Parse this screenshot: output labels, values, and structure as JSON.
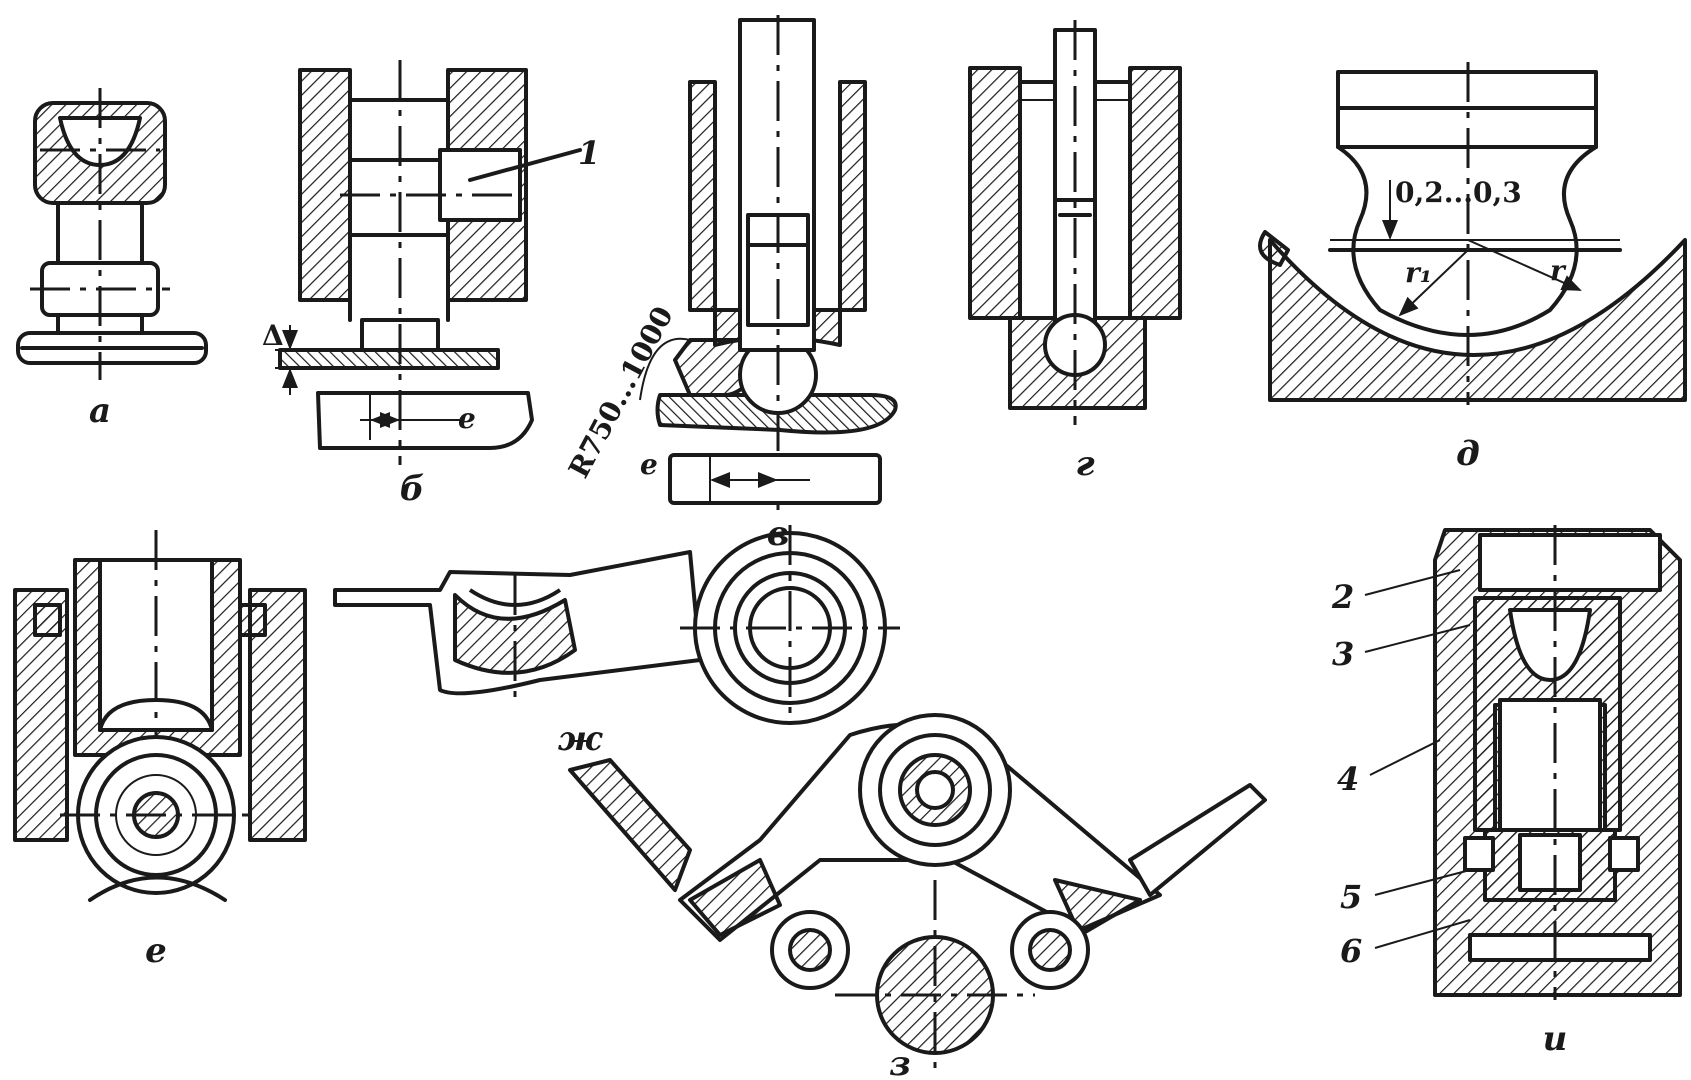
{
  "panels": {
    "a": "а",
    "b": "б",
    "v": "в",
    "g": "г",
    "d": "д",
    "e": "е",
    "zh": "ж",
    "z": "з",
    "i": "и"
  },
  "callouts": {
    "n1": "1",
    "n2": "2",
    "n3": "3",
    "n4": "4",
    "n5": "5",
    "n6": "6"
  },
  "dimensions": {
    "delta": "Δ",
    "e_b": "е",
    "e_v": "е",
    "radius": "R750...1000",
    "gap": "0,2...0,3",
    "r1": "r₁",
    "r2": "r"
  }
}
